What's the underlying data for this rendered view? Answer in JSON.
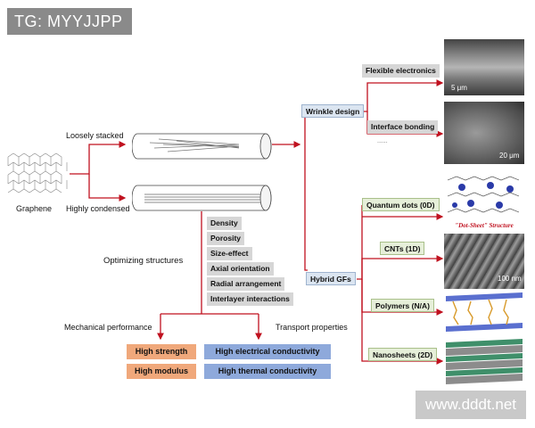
{
  "watermarks": {
    "top_left": "TG: MYYJJPP",
    "bottom_right": "www.dddt.net"
  },
  "labels": {
    "graphene": "Graphene",
    "loosely_stacked": "Loosely stacked",
    "highly_condensed": "Highly condensed",
    "optimizing": "Optimizing structures",
    "mechanical": "Mechanical performance",
    "transport": "Transport properties",
    "wrinkle": "Wrinkle design",
    "hybrid": "Hybrid GFs",
    "dot_sheet": "\"Dot-Sheet\" Structure",
    "ellipsis": "......"
  },
  "structures": [
    "Density",
    "Porosity",
    "Size-effect",
    "Axial orientation",
    "Radial arrangement",
    "Interlayer interactions"
  ],
  "wrinkle_outcomes": [
    "Flexible electronics",
    "Interface bonding"
  ],
  "hybrids": [
    "Quantum dots (0D)",
    "CNTs (1D)",
    "Polymers (N/A)",
    "Nanosheets (2D)"
  ],
  "results": {
    "high_strength": "High strength",
    "high_modulus": "High modulus",
    "high_elec": "High electrical conductivity",
    "high_therm": "High thermal conductivity"
  },
  "scale_bars": {
    "sem1": "5 μm",
    "sem2": "20 μm",
    "sem3": "100 nm"
  },
  "colors": {
    "arrow": "#c0111f",
    "orange": "#f0a87b",
    "blue": "#8ea9db"
  }
}
